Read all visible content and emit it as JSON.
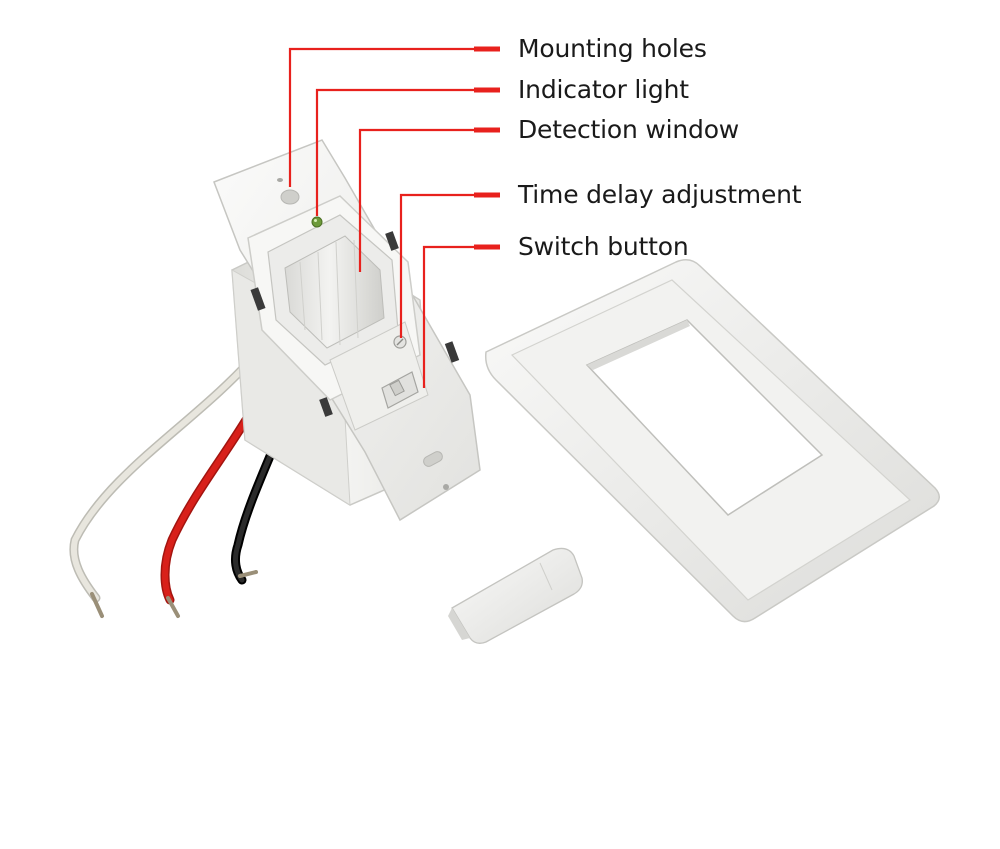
{
  "diagram": {
    "callouts": [
      {
        "id": "mounting-holes",
        "label": "Mounting holes"
      },
      {
        "id": "indicator-light",
        "label": "Indicator light"
      },
      {
        "id": "detection-window",
        "label": "Detection window"
      },
      {
        "id": "time-delay-adjustment",
        "label": "Time delay adjustment"
      },
      {
        "id": "switch-button",
        "label": "Switch button"
      }
    ],
    "colors": {
      "leader_line": "#e8211d",
      "label_text": "#1a1a1a",
      "plastic_white": "#f4f4f2",
      "plastic_shadow": "#d6d6d3",
      "wire_white": "#e4e2da",
      "wire_red": "#d8201a",
      "wire_black": "#1b1b1b"
    }
  }
}
